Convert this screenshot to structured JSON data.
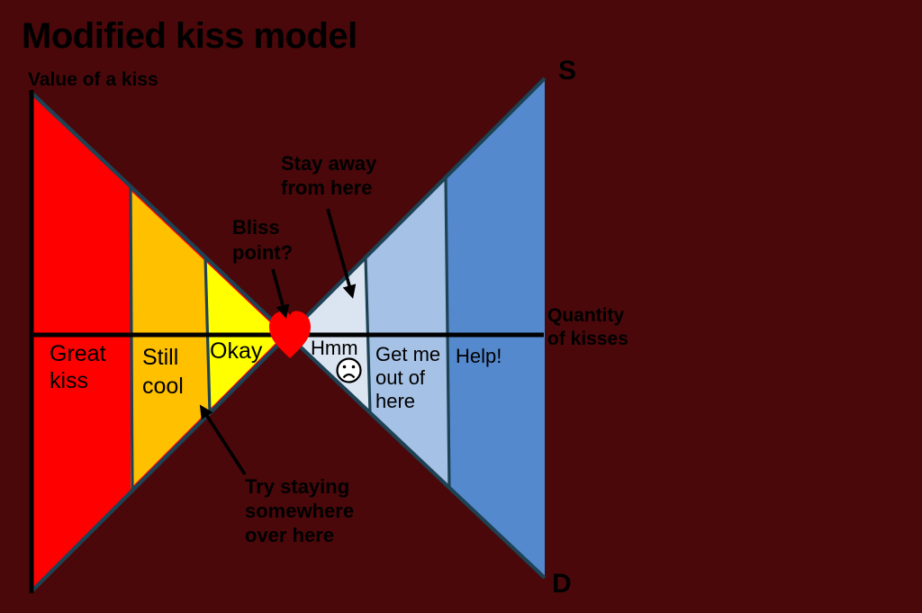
{
  "title": "Modified kiss model",
  "axes": {
    "y_label": "Value of a kiss",
    "x_label_lines": [
      "Quantity",
      "of kisses"
    ]
  },
  "curves": {
    "supply_label": "S",
    "demand_label": "D"
  },
  "segments": [
    {
      "id": "great-kiss",
      "lines": [
        "Great",
        "kiss"
      ],
      "color": "#fe0000"
    },
    {
      "id": "still-cool",
      "lines": [
        "Still",
        "cool"
      ],
      "color": "#ffc000"
    },
    {
      "id": "okay",
      "lines": [
        "Okay"
      ],
      "color": "#ffff00"
    },
    {
      "id": "hmm",
      "lines": [
        "Hmm"
      ],
      "color": "#dbe5f2"
    },
    {
      "id": "get-me-out",
      "lines": [
        "Get me",
        "out of",
        "here"
      ],
      "color": "#a5c1e5"
    },
    {
      "id": "help",
      "lines": [
        "Help!"
      ],
      "color": "#5589ce"
    }
  ],
  "annotations": {
    "bliss": {
      "lines": [
        "Bliss",
        "point?"
      ]
    },
    "stay_away": {
      "lines": [
        "Stay away",
        "from here"
      ]
    },
    "try_staying": {
      "lines": [
        "Try staying",
        "somewhere",
        "over here"
      ]
    }
  },
  "icons": {
    "heart": "❤",
    "sad_face": "☹"
  },
  "colors": {
    "background": "#4a080a",
    "curve_line": "#1d4254",
    "red_accent": "#fe0000",
    "axis": "#000000",
    "heart": "#fe0000",
    "annotation": "#000000",
    "text": "#000000"
  }
}
